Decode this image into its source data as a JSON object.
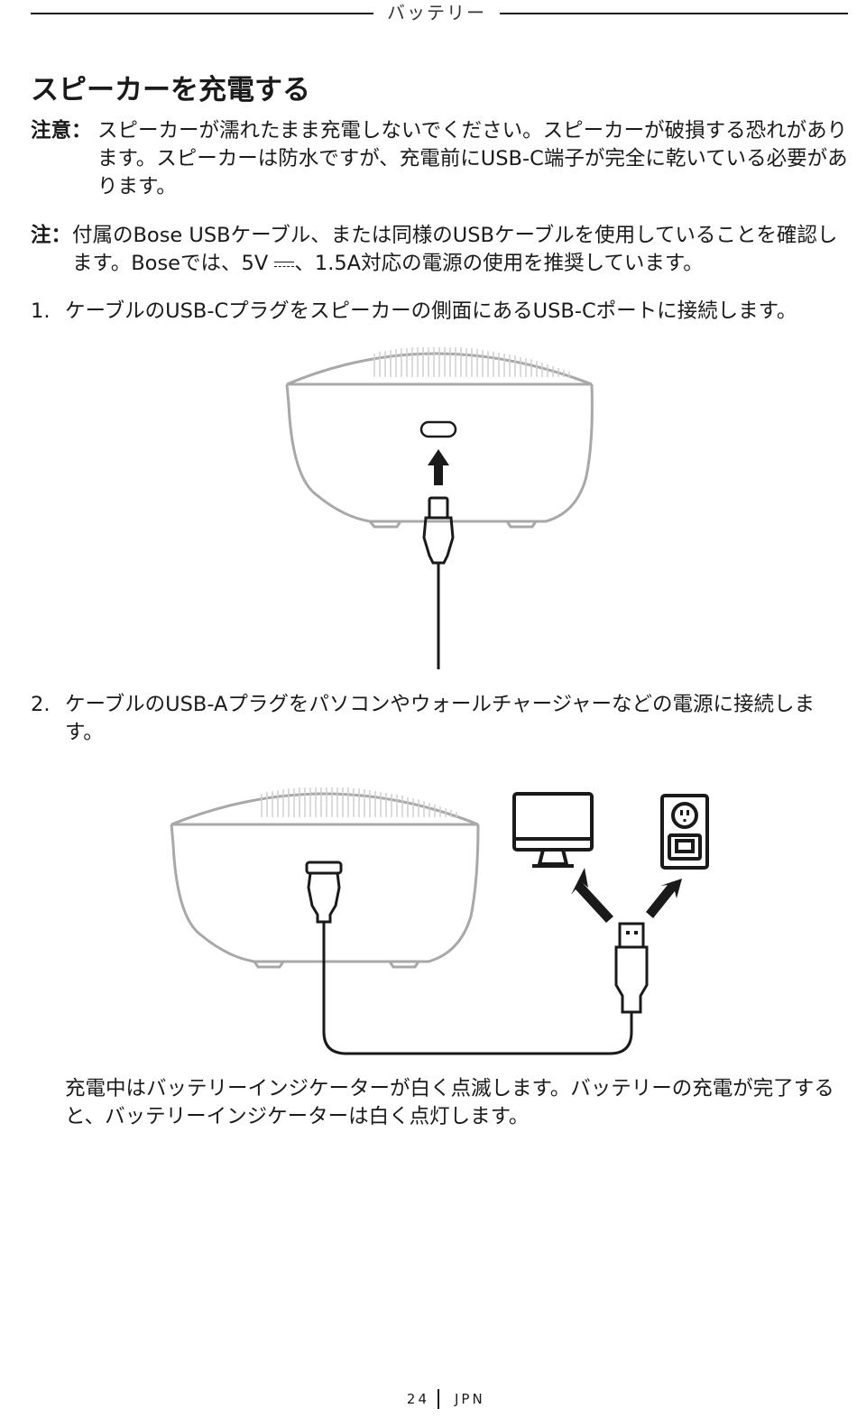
{
  "header": {
    "section_title": "バッテリー"
  },
  "page_title": "スピーカーを充電する",
  "caution": {
    "label": "注意：",
    "text": "スピーカーが濡れたまま充電しないでください。スピーカーが破損する恐れがあります。スピーカーは防水ですが、充電前にUSB-C端子が完全に乾いている必要があります。"
  },
  "note": {
    "label": "注：",
    "text_before": "付属のBose USBケーブル、または同様のUSBケーブルを使用していることを確認します。Boseでは、5V ",
    "text_after": "、1.5A対応の電源の使用を推奨しています。",
    "dc_symbol_icon": "dc-current-icon"
  },
  "steps": [
    {
      "num": "1.",
      "text": "ケーブルのUSB-Cプラグをスピーカーの側面にあるUSB-Cポートに接続します。"
    },
    {
      "num": "2.",
      "text": "ケーブルのUSB-Aプラグをパソコンやウォールチャージャーなどの電源に接続します。"
    }
  ],
  "result_text": "充電中はバッテリーインジケーターが白く点滅します。バッテリーの充電が完了すると、バッテリーインジケーターは白く点灯します。",
  "footer": {
    "page_number": "24",
    "language": "JPN"
  }
}
